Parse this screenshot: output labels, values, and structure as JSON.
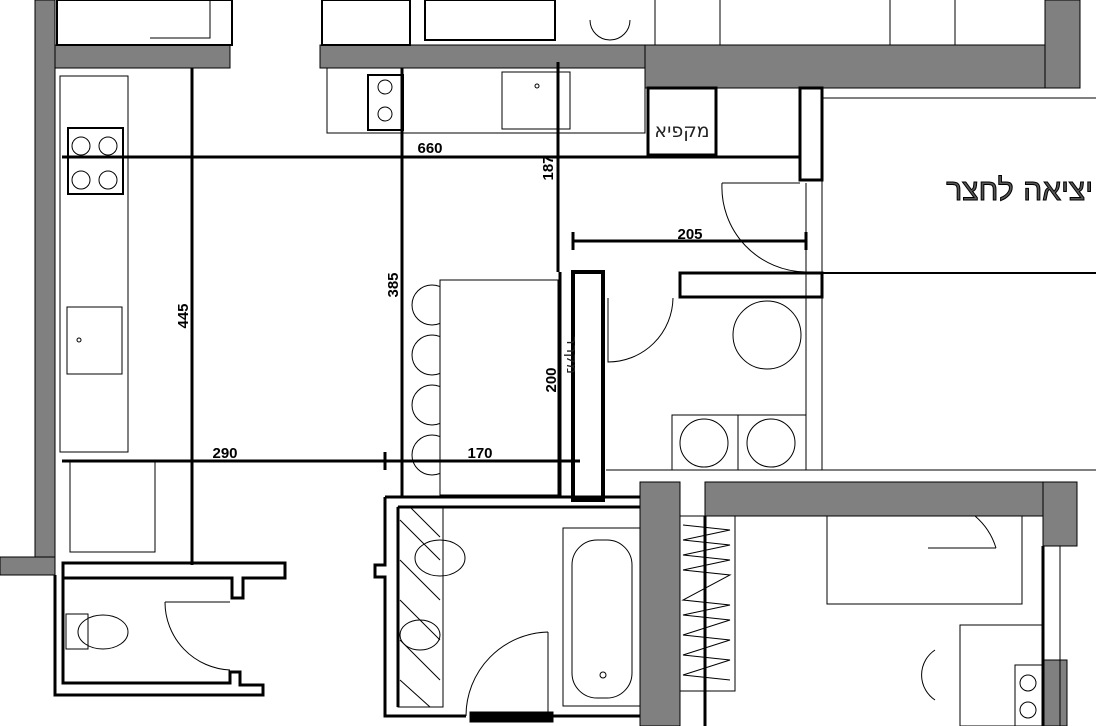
{
  "labels": {
    "freezer": "מקפיא",
    "fridge": "מקרר",
    "exit_to_yard": "יציאה לחצר"
  },
  "dimensions": {
    "d660": "660",
    "d187": "187",
    "d205": "205",
    "d385": "385",
    "d445": "445",
    "d290": "290",
    "d170": "170",
    "d200": "200"
  },
  "colors": {
    "wall_fill": "#808080",
    "line": "#000000"
  }
}
